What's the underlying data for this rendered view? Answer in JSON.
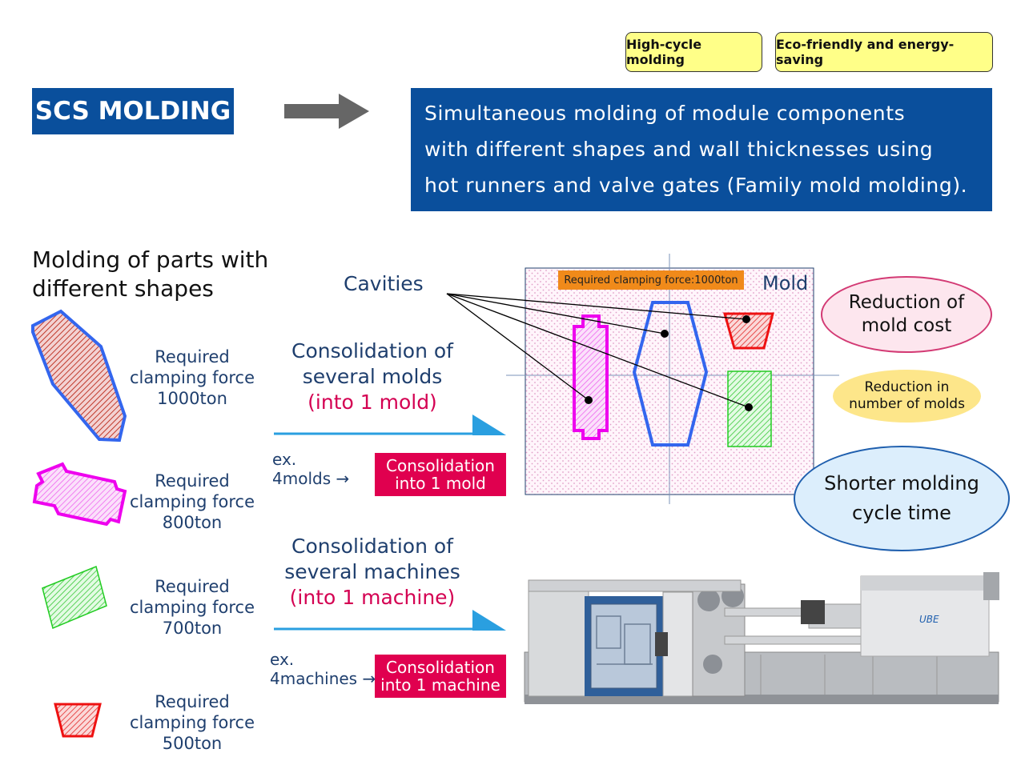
{
  "tags": {
    "high_cycle": "High-cycle molding",
    "eco": "Eco-friendly and energy-saving"
  },
  "header": {
    "scs_label": "SCS MOLDING",
    "description_lines": [
      "Simultaneous molding of module components",
      "with different shapes and wall thicknesses using",
      "hot runners and valve gates (Family mold molding)."
    ]
  },
  "parts": {
    "title_lines": [
      "Molding of parts with",
      "different shapes"
    ],
    "items": [
      {
        "label_lines": [
          "Required",
          "clamping force",
          "1000ton"
        ]
      },
      {
        "label_lines": [
          "Required",
          "clamping force",
          "800ton"
        ]
      },
      {
        "label_lines": [
          "Required",
          "clamping force",
          "700ton"
        ]
      },
      {
        "label_lines": [
          "Required",
          "clamping force",
          "500ton"
        ]
      }
    ]
  },
  "molds": {
    "heading_lines": [
      "Consolidation of",
      "several molds"
    ],
    "heading_red": "(into 1 mold)",
    "ex_lines": [
      "ex.",
      "4molds →"
    ],
    "box_lines": [
      "Consolidation",
      "into 1 mold"
    ]
  },
  "machines": {
    "heading_lines": [
      "Consolidation of",
      "several machines"
    ],
    "heading_red": "(into 1 machine)",
    "ex_lines": [
      "ex.",
      "4machines →"
    ],
    "box_lines": [
      "Consolidation",
      "into 1 machine"
    ]
  },
  "mold_diagram": {
    "cavities_label": "Cavities",
    "required_label": "Required clamping force:1000ton",
    "mold_label": "Mold"
  },
  "benefits": {
    "mold_cost_lines": [
      "Reduction of",
      "mold cost"
    ],
    "num_molds_lines": [
      "Reduction in",
      "number of molds"
    ],
    "cycle_lines": [
      "Shorter molding",
      "cycle time"
    ]
  },
  "machine": {
    "brand": "UBE"
  },
  "colors": {
    "navy": "#0a4f9c",
    "text_blue": "#1f3f6e",
    "accent_red": "#e0004f",
    "arrow_blue": "#2a9fe0",
    "tag_yellow": "#ffff88"
  }
}
